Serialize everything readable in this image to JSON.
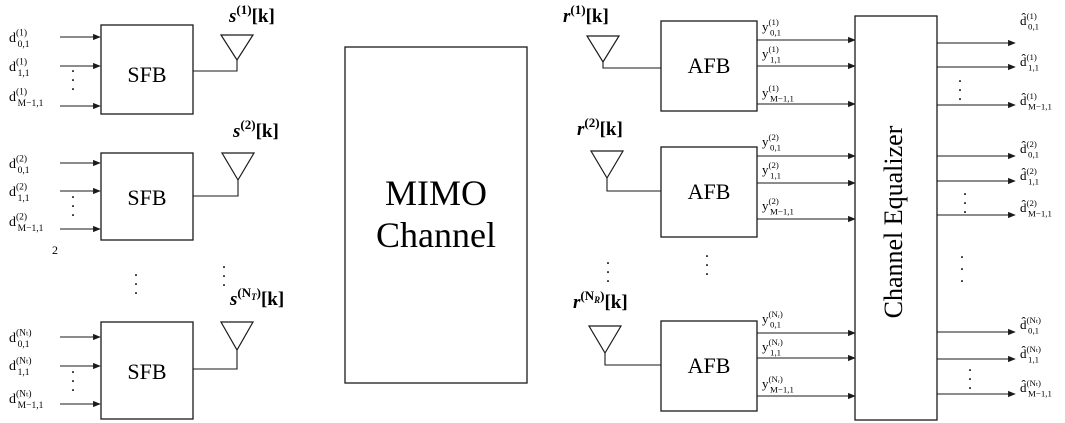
{
  "blocks": {
    "sfb": "SFB",
    "afb": "AFB",
    "mimo_line1": "MIMO",
    "mimo_line2": "Channel",
    "equalizer": "Channel Equalizer"
  },
  "transmit_antennas": [
    {
      "base": "s",
      "sup": "(1)",
      "arg": "[k]"
    },
    {
      "base": "s",
      "sup": "(2)",
      "arg": "[k]"
    },
    {
      "base": "s",
      "sup": "(N",
      "supsub": "T",
      "supend": ")",
      "arg": "[k]"
    }
  ],
  "receive_antennas": [
    {
      "base": "r",
      "sup": "(1)",
      "arg": "[k]"
    },
    {
      "base": "r",
      "sup": "(2)",
      "arg": "[k]"
    },
    {
      "base": "r",
      "sup": "(N",
      "supsub": "R",
      "supend": ")",
      "arg": "[k]"
    }
  ],
  "sfb_inputs": [
    [
      {
        "base": "d",
        "sub": "0,1",
        "sup": "(1)"
      },
      {
        "base": "d",
        "sub": "1,1",
        "sup": "(1)"
      },
      {
        "base": "d",
        "sub": "M−1,1",
        "sup": "(1)"
      }
    ],
    [
      {
        "base": "d",
        "sub": "0,1",
        "sup": "(2)"
      },
      {
        "base": "d",
        "sub": "1,1",
        "sup": "(2)"
      },
      {
        "base": "d",
        "sub": "M−1,1",
        "sup": "(2)"
      }
    ],
    [
      {
        "base": "d",
        "sub": "0,1",
        "sup": "(Nₜ)"
      },
      {
        "base": "d",
        "sub": "1,1",
        "sup": "(Nₜ)"
      },
      {
        "base": "d",
        "sub": "M−1,1",
        "sup": "(Nₜ)"
      }
    ]
  ],
  "afb_outputs": [
    [
      {
        "base": "y",
        "sub": "0,1",
        "sup": "(1)"
      },
      {
        "base": "y",
        "sub": "1,1",
        "sup": "(1)"
      },
      {
        "base": "y",
        "sub": "M−1,1",
        "sup": "(1)"
      }
    ],
    [
      {
        "base": "y",
        "sub": "0,1",
        "sup": "(2)"
      },
      {
        "base": "y",
        "sub": "1,1",
        "sup": "(2)"
      },
      {
        "base": "y",
        "sub": "M−1,1",
        "sup": "(2)"
      }
    ],
    [
      {
        "base": "y",
        "sub": "0,1",
        "sup": "(Nᵣ)"
      },
      {
        "base": "y",
        "sub": "1,1",
        "sup": "(Nᵣ)"
      },
      {
        "base": "y",
        "sub": "M−1,1",
        "sup": "(Nᵣ)"
      }
    ]
  ],
  "equalizer_outputs": [
    [
      {
        "base": "d̂",
        "sub": "0,1",
        "sup": "(1)"
      },
      {
        "base": "d̂",
        "sub": "1,1",
        "sup": "(1)"
      },
      {
        "base": "d̂",
        "sub": "M−1,1",
        "sup": "(1)"
      }
    ],
    [
      {
        "base": "d̂",
        "sub": "0,1",
        "sup": "(2)"
      },
      {
        "base": "d̂",
        "sub": "1,1",
        "sup": "(2)"
      },
      {
        "base": "d̂",
        "sub": "M−1,1",
        "sup": "(2)"
      }
    ],
    [
      {
        "base": "d̂",
        "sub": "0,1",
        "sup": "(Nₜ)"
      },
      {
        "base": "d̂",
        "sub": "1,1",
        "sup": "(Nₜ)"
      },
      {
        "base": "d̂",
        "sub": "M−1,1",
        "sup": "(Nₜ)"
      }
    ]
  ],
  "stray_mark": "2"
}
